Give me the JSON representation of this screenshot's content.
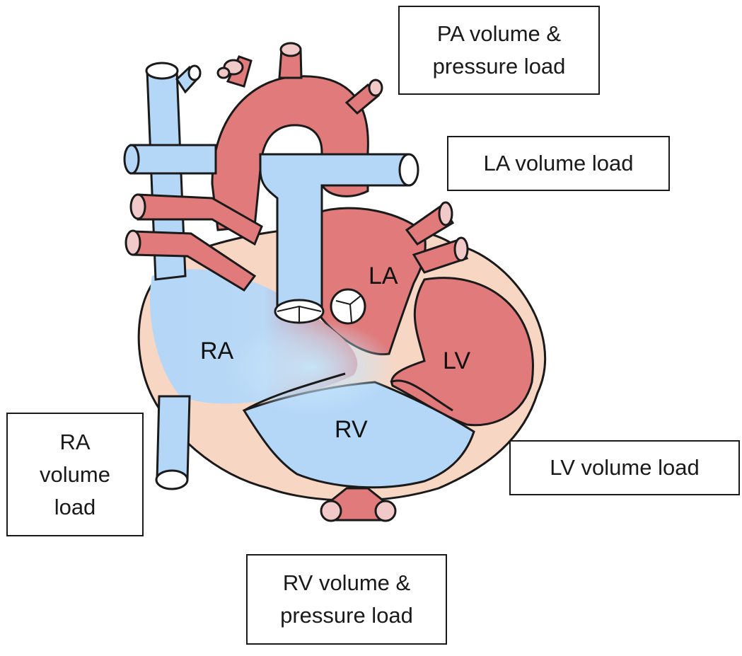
{
  "colors": {
    "oxygenated": "#e07a7b",
    "deoxygenated": "#b4d6f7",
    "myocardium": "#f7d6c4",
    "outline": "#1a1a1a",
    "mixing": "#c6e6fb"
  },
  "chambers": {
    "ra": "RA",
    "la": "LA",
    "lv": "LV",
    "rv": "RV"
  },
  "callouts": {
    "pa": [
      "PA volume &",
      "pressure load"
    ],
    "la": [
      "LA volume load"
    ],
    "lv": [
      "LV volume load"
    ],
    "ra": [
      "RA",
      "volume",
      "load"
    ],
    "rv": [
      "RV volume &",
      "pressure load"
    ]
  }
}
